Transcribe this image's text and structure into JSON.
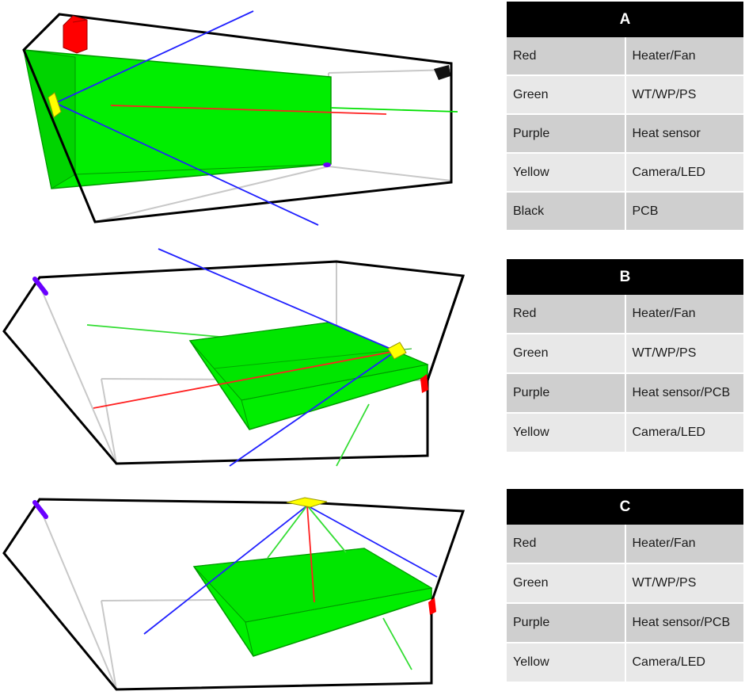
{
  "colors": {
    "red": "#ff0000",
    "green": "#00ff00",
    "purple": "#7f00ff",
    "yellow": "#ffff00",
    "black": "#000000",
    "blue_axis": "#0000ff",
    "box_edge_near": "#000000",
    "box_edge_far": "#c0c0c0"
  },
  "legends": [
    {
      "title": "A",
      "rows": [
        {
          "color": "Red",
          "component": "Heater/Fan"
        },
        {
          "color": "Green",
          "component": "WT/WP/PS"
        },
        {
          "color": "Purple",
          "component": "Heat sensor"
        },
        {
          "color": "Yellow",
          "component": "Camera/LED"
        },
        {
          "color": "Black",
          "component": "PCB"
        }
      ]
    },
    {
      "title": "B",
      "rows": [
        {
          "color": "Red",
          "component": "Heater/Fan"
        },
        {
          "color": "Green",
          "component": "WT/WP/PS"
        },
        {
          "color": "Purple",
          "component": "Heat sensor/PCB"
        },
        {
          "color": "Yellow",
          "component": "Camera/LED"
        }
      ]
    },
    {
      "title": "C",
      "rows": [
        {
          "color": "Red",
          "component": "Heater/Fan"
        },
        {
          "color": "Green",
          "component": "WT/WP/PS"
        },
        {
          "color": "Purple",
          "component": "Heat sensor/PCB"
        },
        {
          "color": "Yellow",
          "component": "Camera/LED"
        }
      ]
    }
  ]
}
